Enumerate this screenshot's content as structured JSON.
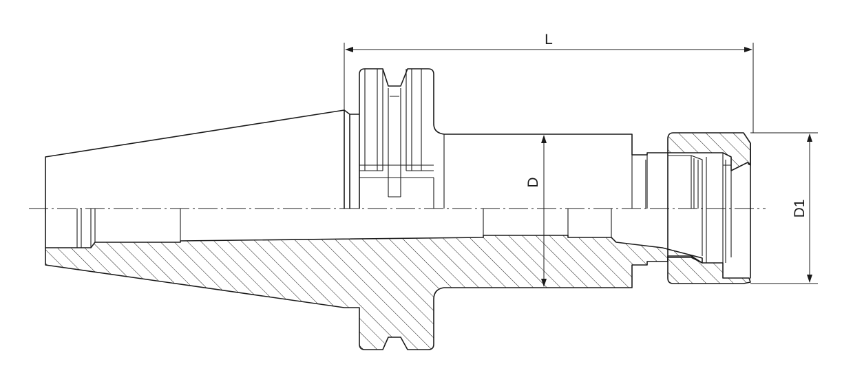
{
  "dimensions": {
    "length_label": "L",
    "shank_diameter_label": "D",
    "nut_diameter_label": "D1"
  },
  "colors": {
    "line": "#1a1a1a",
    "background": "#ffffff"
  }
}
